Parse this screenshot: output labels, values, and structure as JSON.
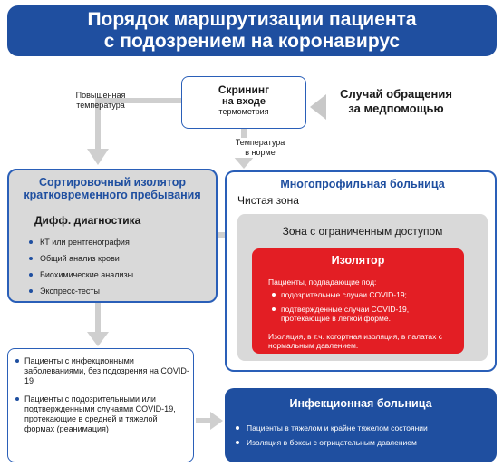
{
  "title": {
    "line1": "Порядок маршрутизации пациента",
    "line2": "с подозрением на коронавирус"
  },
  "screening": {
    "title_line1": "Скрининг",
    "title_line2": "на входе",
    "subtitle": "термометрия"
  },
  "case_label": {
    "line1": "Случай обращения",
    "line2": "за медпомощью"
  },
  "labels": {
    "fever_line1": "Повышенная",
    "fever_line2": "температура",
    "normal_line1": "Температура",
    "normal_line2": "в норме"
  },
  "sorting": {
    "title_line1": "Сортировочный изолятор",
    "title_line2": "кратковременного пребывания",
    "diag_heading": "Дифф. диагностика",
    "items": [
      "КТ или рентгенография",
      "Общий анализ крови",
      "Биохимические анализы",
      "Экспресс-тесты"
    ]
  },
  "multi": {
    "title": "Многопрофильная больница",
    "clean_zone": "Чистая зона",
    "restricted_zone": "Зона с ограниченным доступом"
  },
  "isolator": {
    "title": "Изолятор",
    "subtitle": "Пациенты, подпадающие под:",
    "items": [
      "подозрительные случаи COVID-19;",
      "подтвержденные случаи COVID-19, протекающие в легкой форме."
    ],
    "note": "Изоляция, в т.ч. когортная изоляция, в палатах с нормальным давлением."
  },
  "patients": {
    "items": [
      "Пациенты с инфекционными заболеваниями, без подозрения на COVID-19",
      "Пациенты с подозрительными или подтвержденными случаями COVID-19, протекающие в средней и тяжелой формах (реанимация)"
    ]
  },
  "infect": {
    "title": "Инфекционная больница",
    "items": [
      "Пациенты в тяжелом и крайне тяжелом состоянии",
      "Изоляция в боксы с отрицательным давлением"
    ]
  },
  "colors": {
    "brand_blue": "#1f4fa0",
    "accent_blue": "#2a5fb8",
    "alert_red": "#e31e24",
    "zone_gray": "#d9d9d9",
    "arrow_gray": "#c8c8c8"
  }
}
